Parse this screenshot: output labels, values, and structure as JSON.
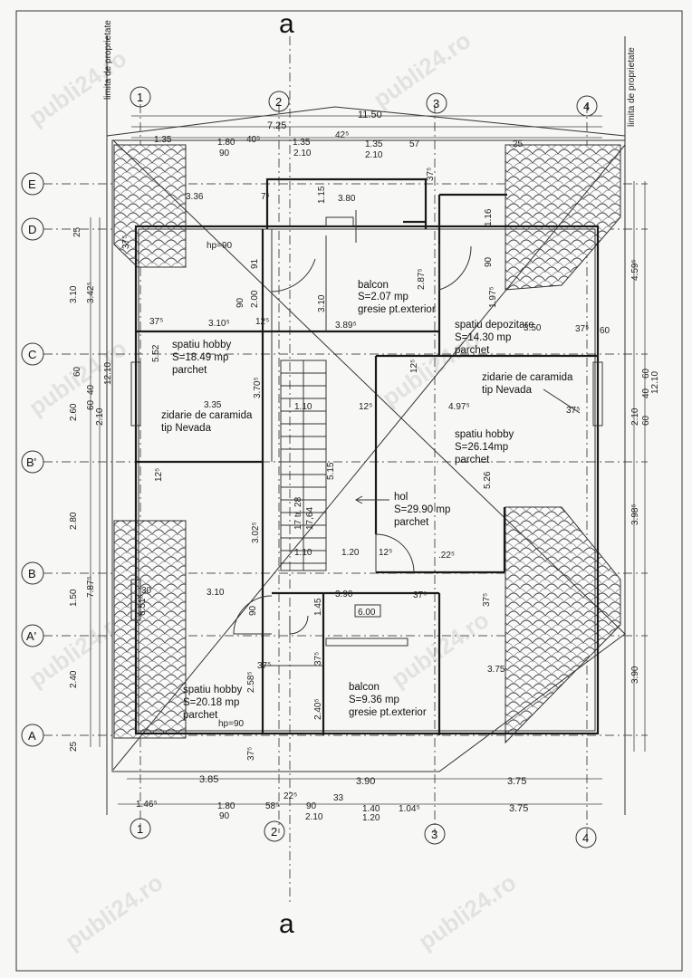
{
  "plan": {
    "section_label_top": "a",
    "section_label_bottom": "a",
    "property_limit_left": "limita de proprietate",
    "property_limit_right": "limita de proprietate",
    "watermark": "publi24.ro",
    "axes_numbers": [
      "1",
      "2",
      "3",
      "4"
    ],
    "axes_letters": [
      "E",
      "D",
      "C",
      "B'",
      "B",
      "A'",
      "A"
    ],
    "rooms": {
      "hobby_a_name": "spatiu hobby",
      "hobby_a_area": "S=18.49 mp",
      "hobby_a_floor": "parchet",
      "hobby_b_name": "spatiu hobby",
      "hobby_b_area": "S=26.14mp",
      "hobby_b_floor": "parchet",
      "hobby_c_name": "spatiu hobby",
      "hobby_c_area": "S=20.18 mp",
      "hobby_c_floor": "parchet",
      "storage_name": "spatiu depozitare",
      "storage_area": "S=14.30 mp",
      "storage_floor": "parchet",
      "hall_name": "hol",
      "hall_area": "S=29.90 mp",
      "hall_floor": "parchet",
      "balcony_top_name": "balcon",
      "balcony_top_area": "S=2.07 mp",
      "balcony_top_floor": "gresie pt.exterior",
      "balcony_bottom_name": "balcon",
      "balcony_bottom_area": "S=9.36 mp",
      "balcony_bottom_floor": "gresie pt.exterior"
    },
    "notes": {
      "brick_left_1": "zidarie de caramida",
      "brick_left_2": "tip Nevada",
      "brick_right_1": "zidarie de caramida",
      "brick_right_2": "tip Nevada",
      "hp_top": "hp=90",
      "hp_bottom": "hp=90",
      "stairs": "17 tr. 28",
      "stairs_2": "17,64",
      "height_box": "6.00"
    },
    "dims_top": [
      "7.25",
      "11.50",
      "1.35",
      "1.80",
      "40⁵",
      "1.35",
      "42⁵",
      "1.35",
      "57",
      "25",
      "90",
      "2.10",
      "2.10"
    ],
    "dims_bottom_1": [
      "3.85",
      "3.90",
      "3.75"
    ],
    "dims_bottom_2": [
      "1.46⁵",
      "1.80",
      "58⁵",
      "22⁵",
      "90",
      "33",
      "1.40",
      "1.04⁵",
      "3.75"
    ],
    "dims_bottom_3": [
      "90",
      "2.10",
      "1.20"
    ],
    "dims_left": [
      "25",
      "3.10",
      "3.42⁵",
      "60",
      "40",
      "60",
      "2.10",
      "12.10",
      "2.60",
      "2.80",
      "7.87⁵",
      "1.50",
      "2.40",
      "25"
    ],
    "dims_right": [
      "4.59⁵",
      "3.98⁵",
      "3.90",
      "60",
      "40",
      "60",
      "2.10",
      "12.10"
    ],
    "dims_interior": [
      "3.36",
      "7⁵",
      "1.15",
      "3.80",
      "37⁵",
      "1.16",
      "90",
      "91",
      "2.00",
      "90",
      "3.10",
      "2.87⁵",
      "1.97⁵",
      "3.10⁵",
      "12⁵",
      "3.89⁵",
      "3.50",
      "37⁵",
      "60",
      "37⁵",
      "5.52",
      "3.70⁵",
      "3.35",
      "1.10",
      "12⁵",
      "4.97⁵",
      "37⁵",
      "12⁵",
      "5.15",
      "12⁵",
      "5.26",
      "3.02⁵",
      "1.10",
      "1.20",
      "12⁵",
      ".22⁵",
      "3.10",
      "1.45",
      "3.90",
      "37⁵",
      "37⁵",
      "90",
      "6.51⁵",
      "37⁵",
      "3.75",
      "2.58⁵",
      "2.40⁵",
      "37⁵",
      "30",
      "37⁵",
      "37⁵"
    ]
  }
}
